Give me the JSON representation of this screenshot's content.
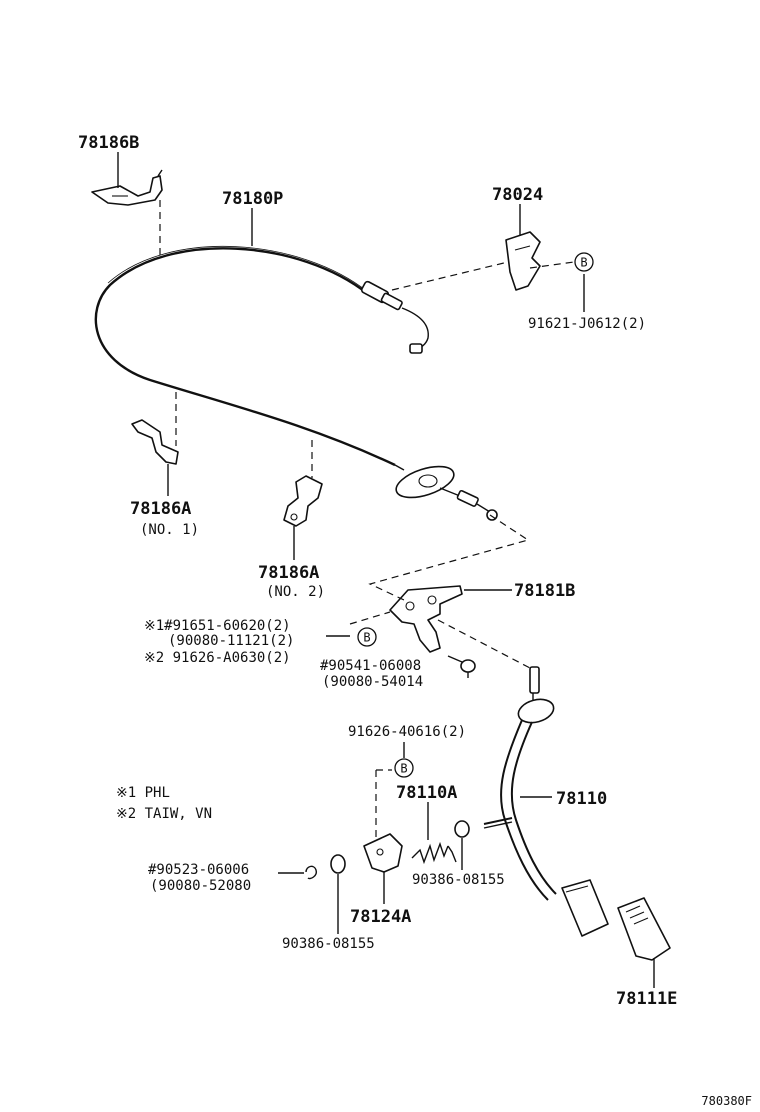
{
  "parts": {
    "p78186B": "78186B",
    "p78180P": "78180P",
    "p78024": "78024",
    "p91621": "91621-J0612(2)",
    "p78186A_1": "78186A",
    "p78186A_1_note": "(NO. 1)",
    "p78186A_2": "78186A",
    "p78186A_2_note": "(NO. 2)",
    "p78181B": "78181B",
    "p91651": "※1#91651-60620(2)",
    "p90080_11121": "(90080-11121(2)",
    "p91626_A0630": "※2 91626-A0630(2)",
    "p90541": "#90541-06008",
    "p90080_54014": "(90080-54014",
    "p91626_40616": "91626-40616(2)",
    "p78110A": "78110A",
    "p78110": "78110",
    "p90523": "#90523-06006",
    "p90080_52080": "(90080-52080",
    "p90386_a": "90386-08155",
    "p90386_b": "90386-08155",
    "p78124A": "78124A",
    "p78111E": "78111E"
  },
  "markers": {
    "b1": "B",
    "b2": "B",
    "b3": "B"
  },
  "notes": {
    "n1": "※1  PHL",
    "n2": "※2  TAIW, VN"
  },
  "figure_id": "780380F"
}
